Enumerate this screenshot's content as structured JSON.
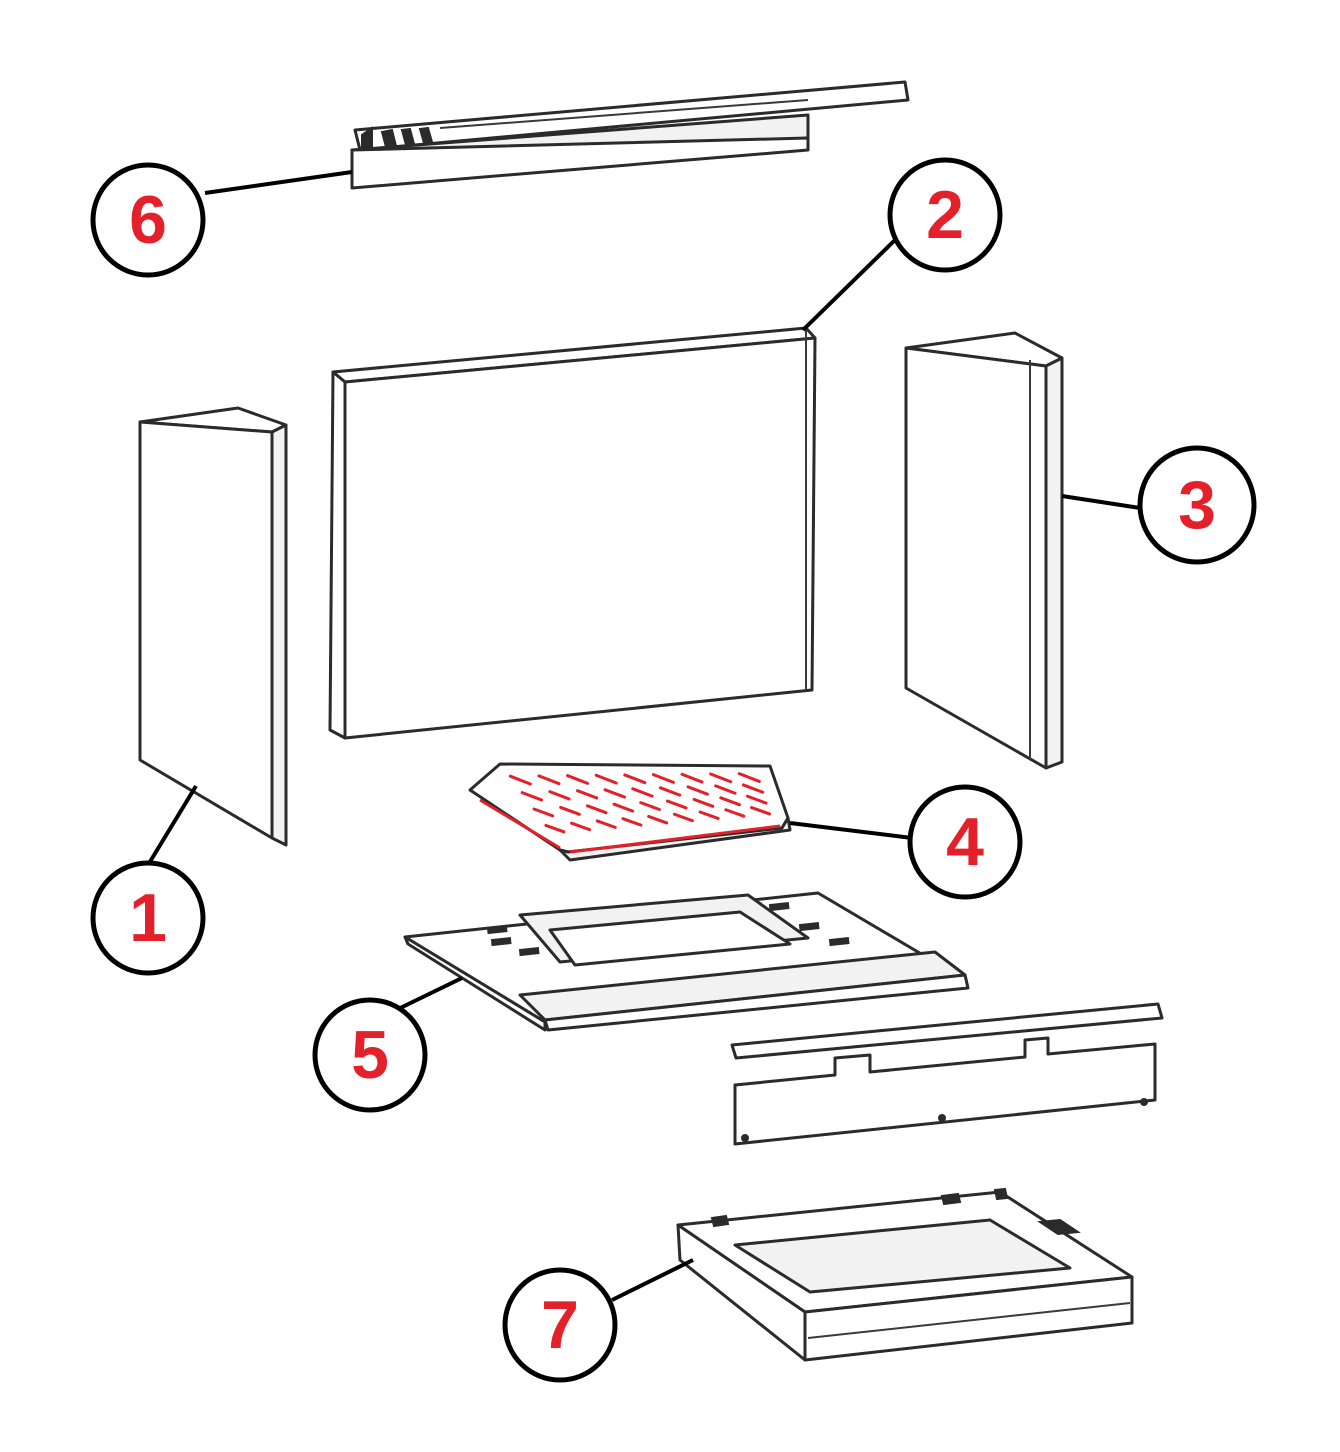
{
  "diagram": {
    "callout_color": "#e4202a",
    "highlight_color": "#e4202a",
    "callouts": [
      {
        "number": "1",
        "part": "left-side-brick"
      },
      {
        "number": "2",
        "part": "back-brick"
      },
      {
        "number": "3",
        "part": "right-side-brick"
      },
      {
        "number": "4",
        "part": "grate"
      },
      {
        "number": "5",
        "part": "base-plate"
      },
      {
        "number": "6",
        "part": "baffle-plate"
      },
      {
        "number": "7",
        "part": "ash-pan"
      }
    ]
  }
}
